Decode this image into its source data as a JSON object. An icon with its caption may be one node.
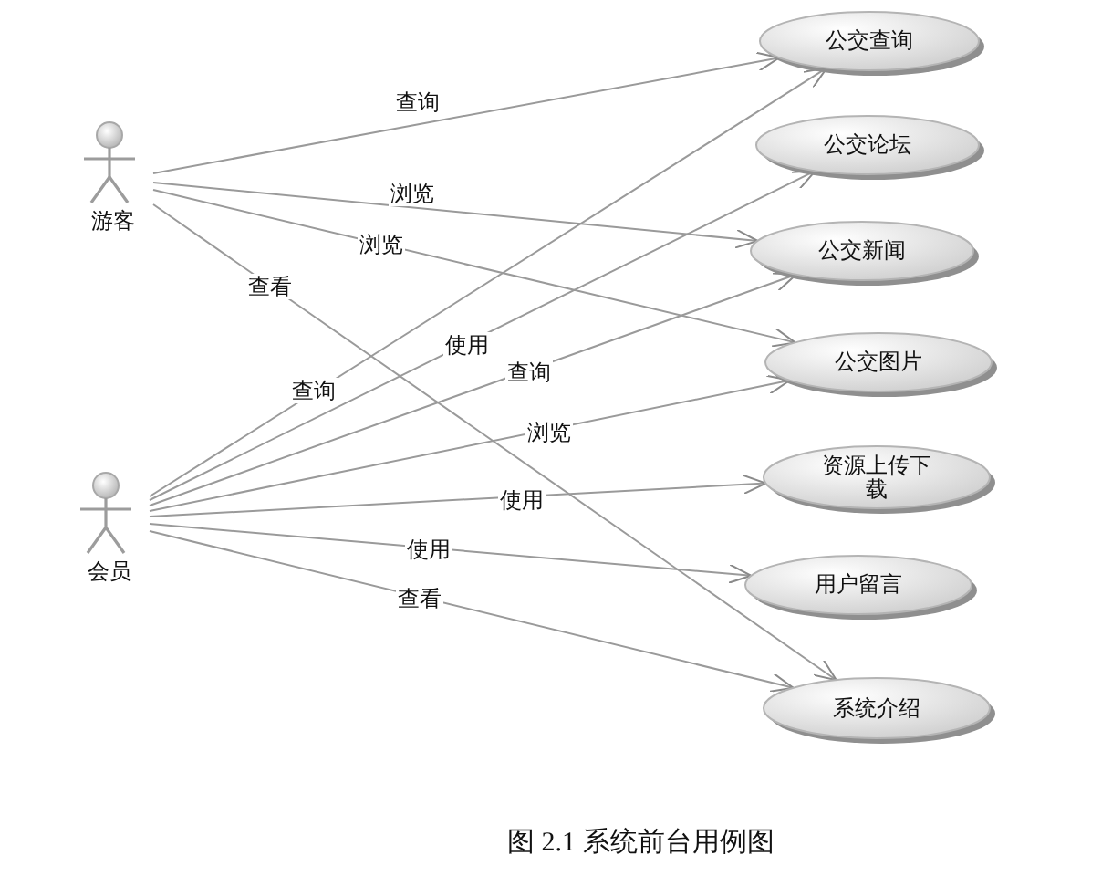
{
  "diagram": {
    "caption": "图 2.1 系统前台用例图",
    "nodes": [
      {
        "text": [
          "游客"
        ]
      },
      {
        "text": [
          "会员"
        ]
      },
      {
        "text": [
          "公交查询"
        ]
      },
      {
        "text": [
          "公交论坛"
        ]
      },
      {
        "text": [
          "公交新闻"
        ]
      },
      {
        "text": [
          "公交图片"
        ]
      },
      {
        "text": [
          "资源上传下载"
        ]
      },
      {
        "text": [
          "用户留言"
        ]
      },
      {
        "text": [
          "系统介绍"
        ]
      }
    ],
    "edges": [
      {
        "from": 0,
        "to": 2,
        "arrow": "to",
        "label": "查询"
      },
      {
        "from": 0,
        "to": 4,
        "arrow": "to",
        "label": "浏览"
      },
      {
        "from": 0,
        "to": 5,
        "arrow": "to",
        "label": "浏览"
      },
      {
        "from": 0,
        "to": 8,
        "arrow": "to",
        "label": "查看"
      },
      {
        "from": 1,
        "to": 2,
        "arrow": "to",
        "label": "查询"
      },
      {
        "from": 1,
        "to": 3,
        "arrow": "to",
        "label": "使用"
      },
      {
        "from": 1,
        "to": 4,
        "arrow": "to",
        "label": "查询"
      },
      {
        "from": 1,
        "to": 5,
        "arrow": "to",
        "label": "浏览"
      },
      {
        "from": 1,
        "to": 6,
        "arrow": "to",
        "label": "使用"
      },
      {
        "from": 1,
        "to": 7,
        "arrow": "to",
        "label": "使用"
      },
      {
        "from": 1,
        "to": 8,
        "arrow": "to",
        "label": "查看"
      }
    ]
  }
}
